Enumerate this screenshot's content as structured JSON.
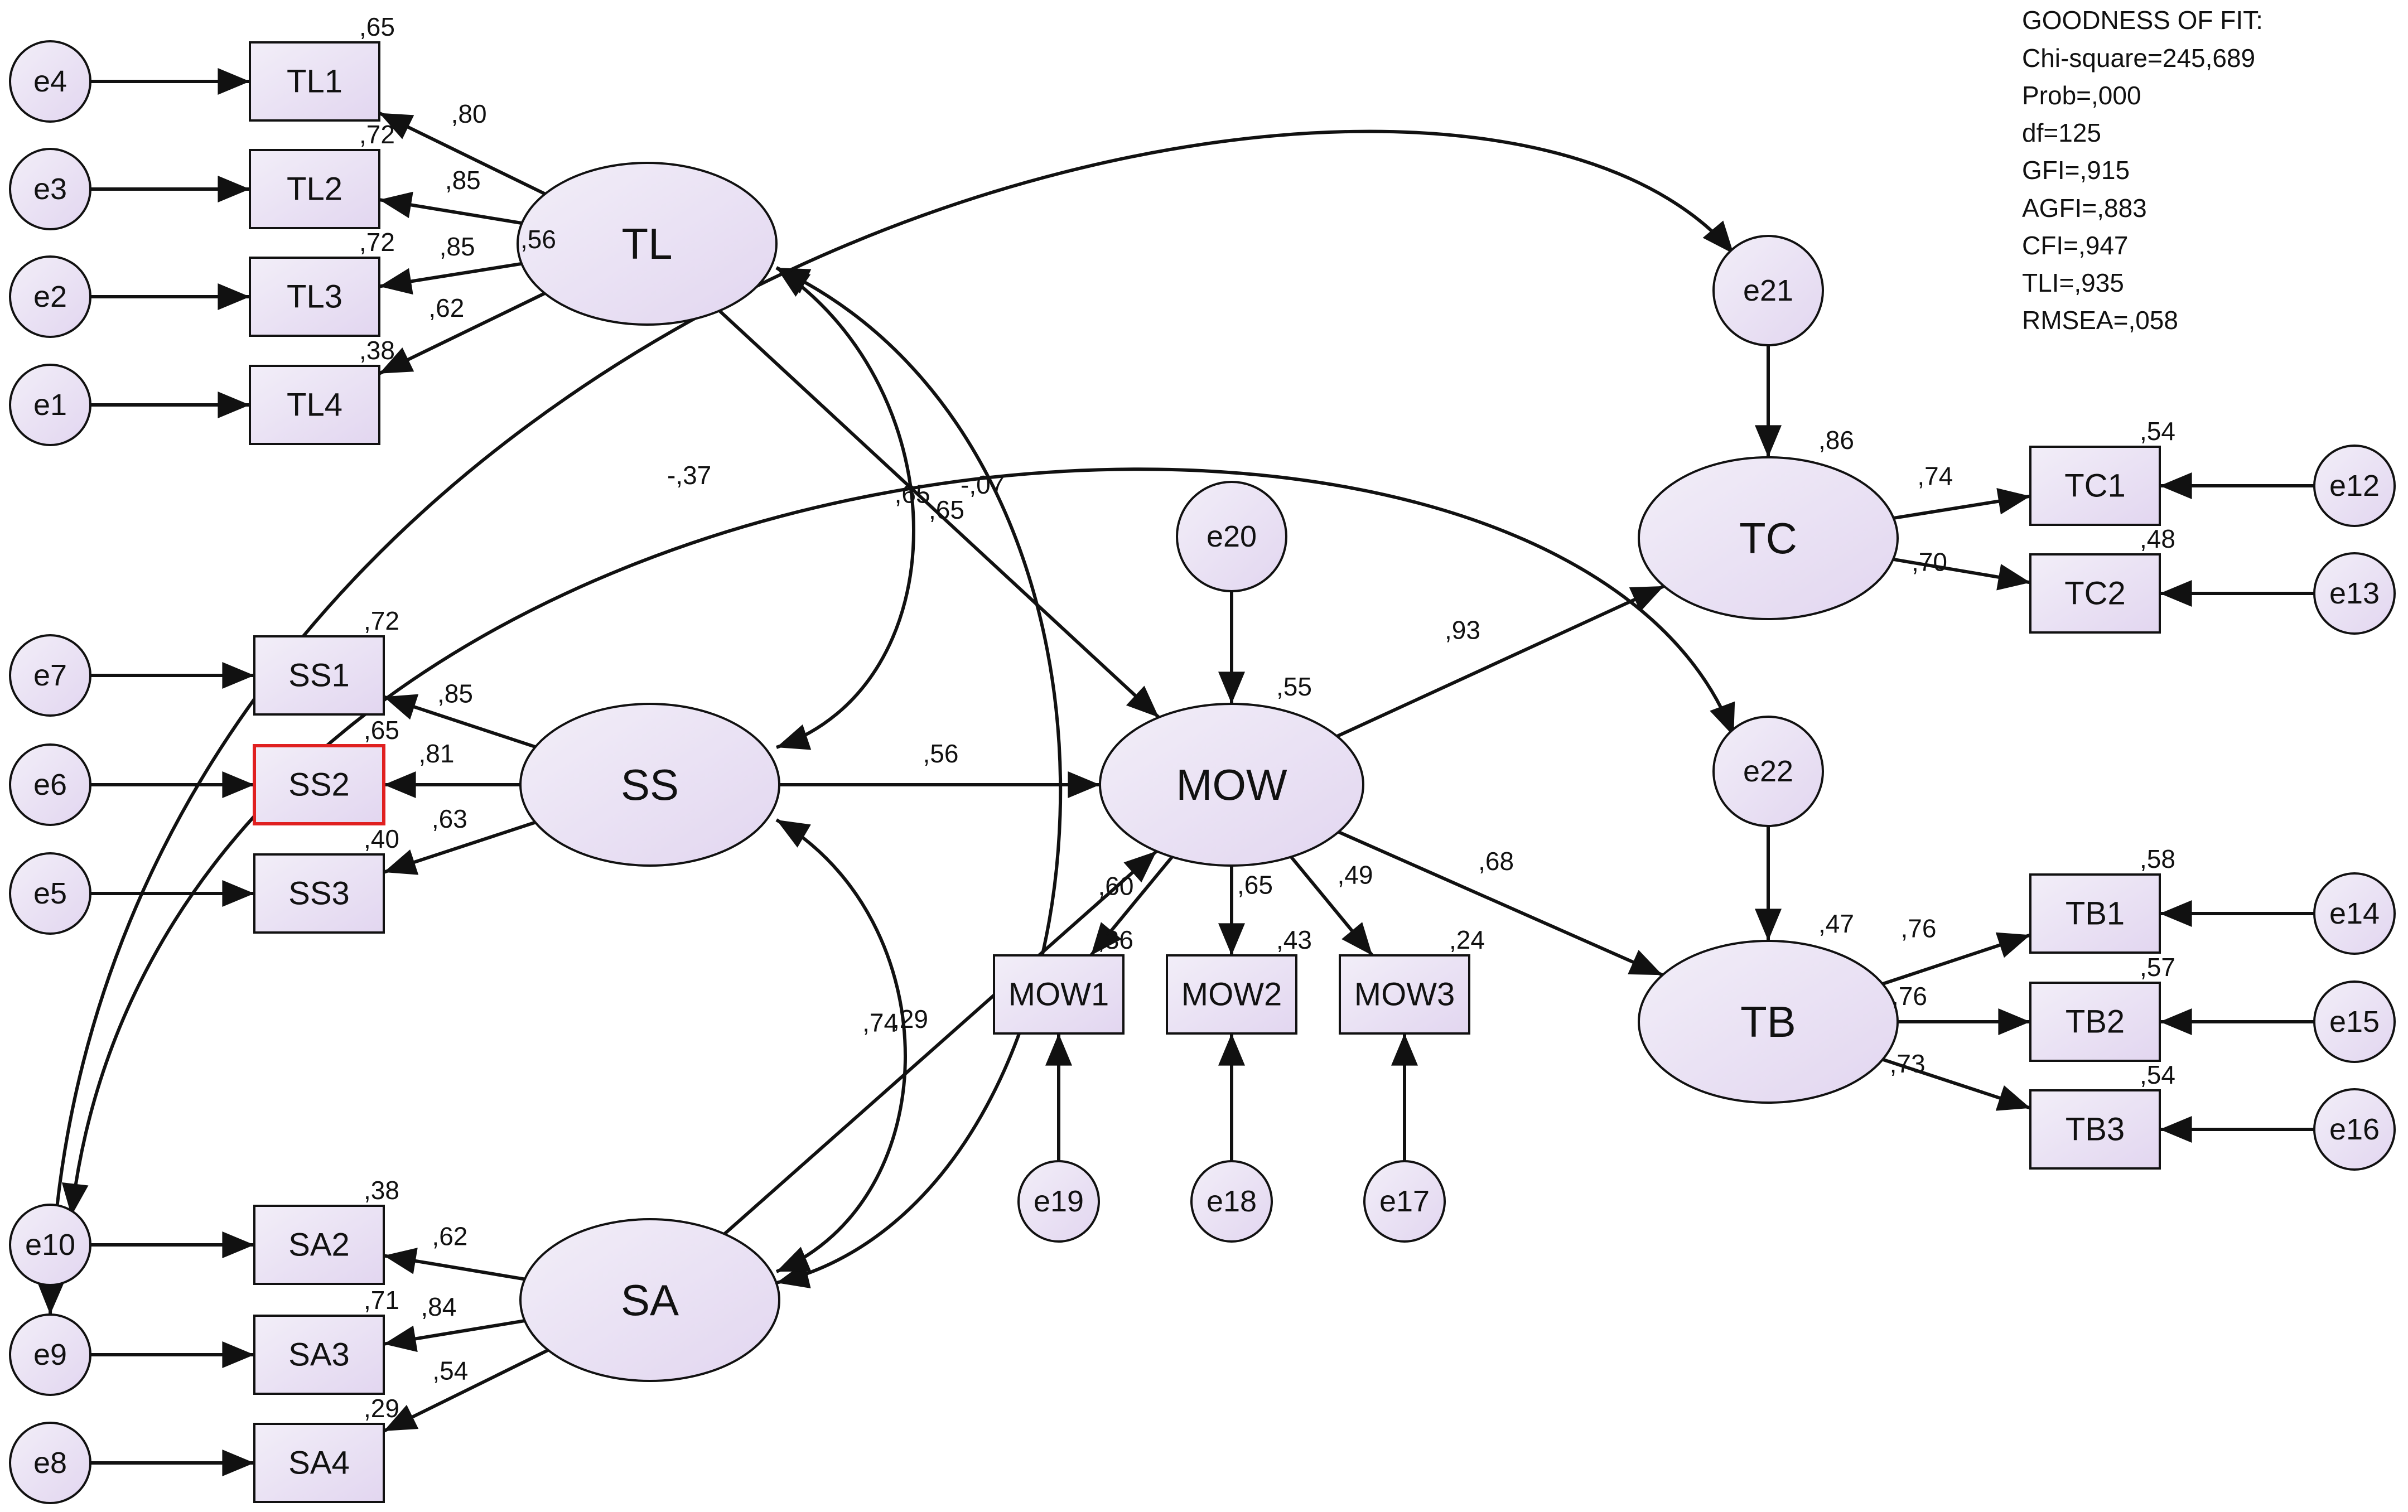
{
  "goodness_of_fit": {
    "title": "GOODNESS OF FIT:",
    "lines": [
      "Chi-square=245,689",
      "Prob=,000",
      "df=125",
      "GFI=,915",
      "AGFI=,883",
      "CFI=,947",
      "TLI=,935",
      "RMSEA=,058"
    ]
  },
  "latents": [
    {
      "key": "TL",
      "label": "TL"
    },
    {
      "key": "SS",
      "label": "SS"
    },
    {
      "key": "SA",
      "label": "SA"
    },
    {
      "key": "MOW",
      "label": "MOW"
    },
    {
      "key": "TC",
      "label": "TC"
    },
    {
      "key": "TB",
      "label": "TB"
    }
  ],
  "indicators": [
    {
      "key": "TL1",
      "label": "TL1"
    },
    {
      "key": "TL2",
      "label": "TL2"
    },
    {
      "key": "TL3",
      "label": "TL3"
    },
    {
      "key": "TL4",
      "label": "TL4"
    },
    {
      "key": "SS1",
      "label": "SS1"
    },
    {
      "key": "SS2",
      "label": "SS2",
      "highlight": "#e02020"
    },
    {
      "key": "SS3",
      "label": "SS3"
    },
    {
      "key": "SA2",
      "label": "SA2"
    },
    {
      "key": "SA3",
      "label": "SA3"
    },
    {
      "key": "SA4",
      "label": "SA4"
    },
    {
      "key": "MOW1",
      "label": "MOW1"
    },
    {
      "key": "MOW2",
      "label": "MOW2"
    },
    {
      "key": "MOW3",
      "label": "MOW3"
    },
    {
      "key": "TC1",
      "label": "TC1"
    },
    {
      "key": "TC2",
      "label": "TC2"
    },
    {
      "key": "TB1",
      "label": "TB1"
    },
    {
      "key": "TB2",
      "label": "TB2"
    },
    {
      "key": "TB3",
      "label": "TB3"
    }
  ],
  "errors": [
    {
      "key": "e4",
      "label": "e4"
    },
    {
      "key": "e3",
      "label": "e3"
    },
    {
      "key": "e2",
      "label": "e2"
    },
    {
      "key": "e1",
      "label": "e1"
    },
    {
      "key": "e7",
      "label": "e7"
    },
    {
      "key": "e6",
      "label": "e6"
    },
    {
      "key": "e5",
      "label": "e5"
    },
    {
      "key": "e10",
      "label": "e10"
    },
    {
      "key": "e9",
      "label": "e9"
    },
    {
      "key": "e8",
      "label": "e8"
    },
    {
      "key": "e19",
      "label": "e19"
    },
    {
      "key": "e18",
      "label": "e18"
    },
    {
      "key": "e17",
      "label": "e17"
    },
    {
      "key": "e20",
      "label": "e20"
    },
    {
      "key": "e21",
      "label": "e21"
    },
    {
      "key": "e22",
      "label": "e22"
    },
    {
      "key": "e12",
      "label": "e12"
    },
    {
      "key": "e13",
      "label": "e13"
    },
    {
      "key": "e14",
      "label": "e14"
    },
    {
      "key": "e15",
      "label": "e15"
    },
    {
      "key": "e16",
      "label": "e16"
    }
  ],
  "edges": [
    {
      "from": "e4",
      "to": "TL1"
    },
    {
      "from": "e3",
      "to": "TL2"
    },
    {
      "from": "e2",
      "to": "TL3"
    },
    {
      "from": "e1",
      "to": "TL4"
    },
    {
      "from": "e7",
      "to": "SS1"
    },
    {
      "from": "e6",
      "to": "SS2"
    },
    {
      "from": "e5",
      "to": "SS3"
    },
    {
      "from": "e10",
      "to": "SA2"
    },
    {
      "from": "e9",
      "to": "SA3"
    },
    {
      "from": "e8",
      "to": "SA4"
    },
    {
      "from": "TL",
      "to": "TL1",
      "weight": ",80"
    },
    {
      "from": "TL",
      "to": "TL2",
      "weight": ",85"
    },
    {
      "from": "TL",
      "to": "TL3",
      "weight": ",85"
    },
    {
      "from": "TL",
      "to": "TL4",
      "weight": ",62"
    },
    {
      "from": "SS",
      "to": "SS1",
      "weight": ",85"
    },
    {
      "from": "SS",
      "to": "SS2",
      "weight": ",81"
    },
    {
      "from": "SS",
      "to": "SS3",
      "weight": ",63"
    },
    {
      "from": "SA",
      "to": "SA2",
      "weight": ",62"
    },
    {
      "from": "SA",
      "to": "SA3",
      "weight": ",84"
    },
    {
      "from": "SA",
      "to": "SA4",
      "weight": ",54"
    },
    {
      "from": "TL",
      "to": "MOW",
      "weight": ",65"
    },
    {
      "from": "SS",
      "to": "MOW",
      "weight": ",56"
    },
    {
      "from": "SA",
      "to": "MOW",
      "weight": ",74"
    },
    {
      "from": "MOW",
      "to": "MOW1",
      "weight": ",60"
    },
    {
      "from": "MOW",
      "to": "MOW2",
      "weight": ",65"
    },
    {
      "from": "MOW",
      "to": "MOW3",
      "weight": ",49"
    },
    {
      "from": "e19",
      "to": "MOW1"
    },
    {
      "from": "e18",
      "to": "MOW2"
    },
    {
      "from": "e17",
      "to": "MOW3"
    },
    {
      "from": "e20",
      "to": "MOW"
    },
    {
      "from": "MOW",
      "to": "TC",
      "weight": ",93"
    },
    {
      "from": "MOW",
      "to": "TB",
      "weight": ",68"
    },
    {
      "from": "e21",
      "to": "TC"
    },
    {
      "from": "e22",
      "to": "TB"
    },
    {
      "from": "TC",
      "to": "TC1",
      "weight": ",74"
    },
    {
      "from": "TC",
      "to": "TC2",
      "weight": ",70"
    },
    {
      "from": "e12",
      "to": "TC1"
    },
    {
      "from": "e13",
      "to": "TC2"
    },
    {
      "from": "TB",
      "to": "TB1",
      "weight": ",76"
    },
    {
      "from": "TB",
      "to": "TB2",
      "weight": ",76"
    },
    {
      "from": "TB",
      "to": "TB3",
      "weight": ",73"
    },
    {
      "from": "e14",
      "to": "TB1"
    },
    {
      "from": "e15",
      "to": "TB2"
    },
    {
      "from": "e16",
      "to": "TB3"
    }
  ],
  "curves": [
    {
      "from": "TL",
      "to": "SS",
      "weight": ",65"
    },
    {
      "from": "TL",
      "to": "SA",
      "weight": ",07",
      "sign": "-"
    },
    {
      "from": "SS",
      "to": "SA",
      "weight": ",29"
    },
    {
      "from": "e10",
      "to": "e22",
      "weight": "-,37"
    },
    {
      "from": "e9",
      "to": "e21",
      "weight": ",56"
    }
  ],
  "r_squared": [
    {
      "key": "TL1",
      "value": ",65"
    },
    {
      "key": "TL2",
      "value": ",72"
    },
    {
      "key": "TL3",
      "value": ",72"
    },
    {
      "key": "TL4",
      "value": ",38"
    },
    {
      "key": "SS1",
      "value": ",72"
    },
    {
      "key": "SS2",
      "value": ",65"
    },
    {
      "key": "SS3",
      "value": ",40"
    },
    {
      "key": "SA2",
      "value": ",38"
    },
    {
      "key": "SA3",
      "value": ",71"
    },
    {
      "key": "SA4",
      "value": ",29"
    },
    {
      "key": "MOW",
      "value": ",55"
    },
    {
      "key": "MOW1",
      "value": ",36"
    },
    {
      "key": "MOW2",
      "value": ",43"
    },
    {
      "key": "MOW3",
      "value": ",24"
    },
    {
      "key": "TC",
      "value": ",86"
    },
    {
      "key": "TB",
      "value": ",47"
    },
    {
      "key": "TC1",
      "value": ",54"
    },
    {
      "key": "TC2",
      "value": ",48"
    },
    {
      "key": "TB1",
      "value": ",58"
    },
    {
      "key": "TB2",
      "value": ",57"
    },
    {
      "key": "TB3",
      "value": ",54"
    }
  ],
  "colors": {
    "node_fill": "#e8e2f3",
    "stroke": "#111111",
    "highlight": "#e02020"
  }
}
